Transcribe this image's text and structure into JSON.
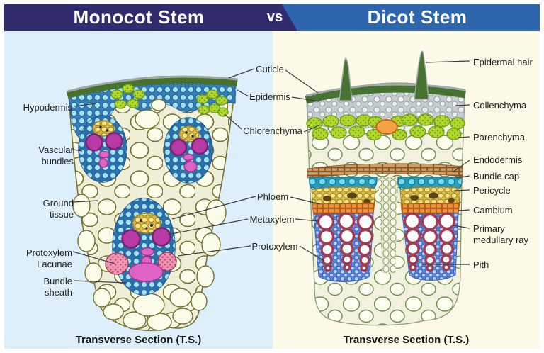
{
  "header": {
    "left_title": "Monocot Stem",
    "separator": "vs",
    "right_title": "Dicot Stem"
  },
  "monocot": {
    "caption": "Transverse Section (T.S.)",
    "labels": {
      "hypodermis": "Hypodermis",
      "vascular_bundles": "Vascular\nbundles",
      "ground_tissue": "Ground\ntissue",
      "protoxylem_lacunae": "Protoxylem\nLacunae",
      "bundle_sheath": "Bundle\nsheath"
    }
  },
  "shared": {
    "labels": {
      "cuticle": "Cuticle",
      "epidermis": "Epidermis",
      "chlorenchyma": "Chlorenchyma",
      "phloem": "Phloem",
      "metaxylem": "Metaxylem",
      "protoxylem": "Protoxylem"
    }
  },
  "dicot": {
    "caption": "Transverse Section (T.S.)",
    "labels": {
      "epidermal_hair": "Epidermal hair",
      "collenchyma": "Collenchyma",
      "parenchyma": "Parenchyma",
      "endodermis": "Endodermis",
      "bundle_cap": "Bundle cap",
      "pericycle": "Pericycle",
      "cambium": "Cambium",
      "primary_medullary_ray": "Primary\nmedullary ray",
      "pith": "Pith"
    }
  },
  "colors": {
    "header_navy": "#302c6d",
    "header_blue": "#2e66ae",
    "panel_left_bg": "#ddeffa",
    "panel_right_bg": "#fcf9e6",
    "epidermis_green": "#477231",
    "cuticle_gray": "#a2abab",
    "hypodermis_blue": "#3c7cba",
    "cell_cyan": "#a7e0f2",
    "chlorenchyma_lime": "#aed629",
    "phloem_yellow": "#f3e386",
    "metaxylem_magenta": "#b83aa4",
    "protoxylem_pink": "#df63c4",
    "lacunae_pink": "#ef93b2",
    "ground_cream": "#fbfbea",
    "collenchyma_gray": "#c5ccd0",
    "endodermis_tan": "#d29c62",
    "bundle_cap_cyan": "#72dcea",
    "cambium_orange": "#f09440",
    "xylem_blue": "#5a84d4",
    "vessel_ring_maroon": "#a23a50",
    "resin_duct_orange": "#f5a342"
  }
}
